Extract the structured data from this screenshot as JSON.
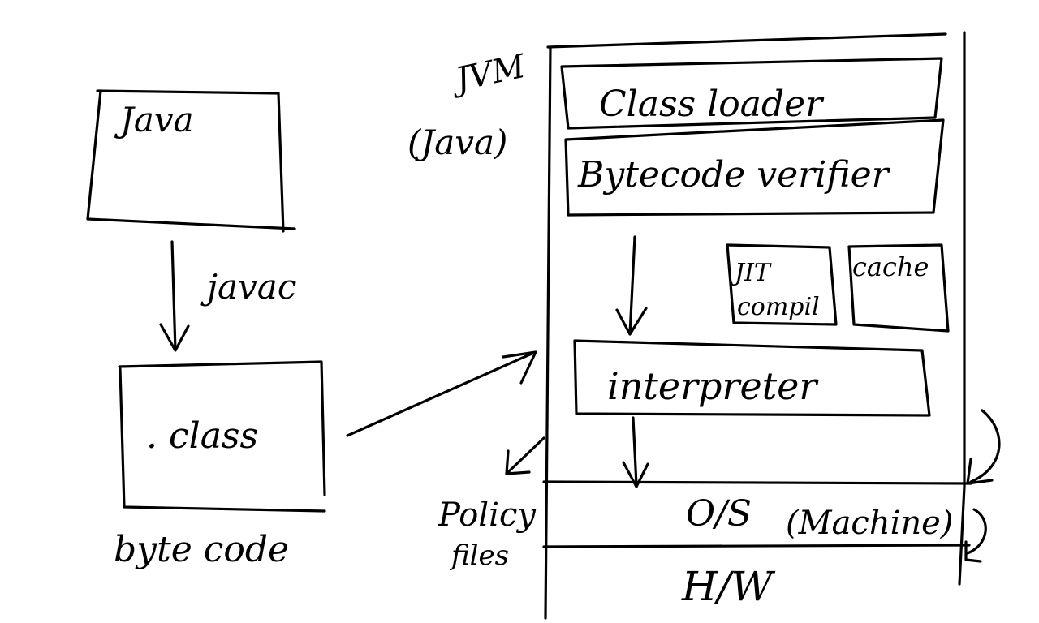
{
  "labels": {
    "java": "Java",
    "javac": "javac",
    "class": ". class",
    "byte_code": "byte code",
    "jvm": "JVM",
    "jvm_java": "(Java)",
    "class_loader": "Class loader",
    "bytecode_verifier": "Bytecode verifier",
    "jit_line1": "JIT",
    "jit_line2": "compil",
    "cache": "cache",
    "interpreter": "interpreter",
    "policy_line1": "Policy",
    "policy_line2": "files",
    "os": "O/S",
    "machine": "(Machine)",
    "hw": "H/W"
  }
}
